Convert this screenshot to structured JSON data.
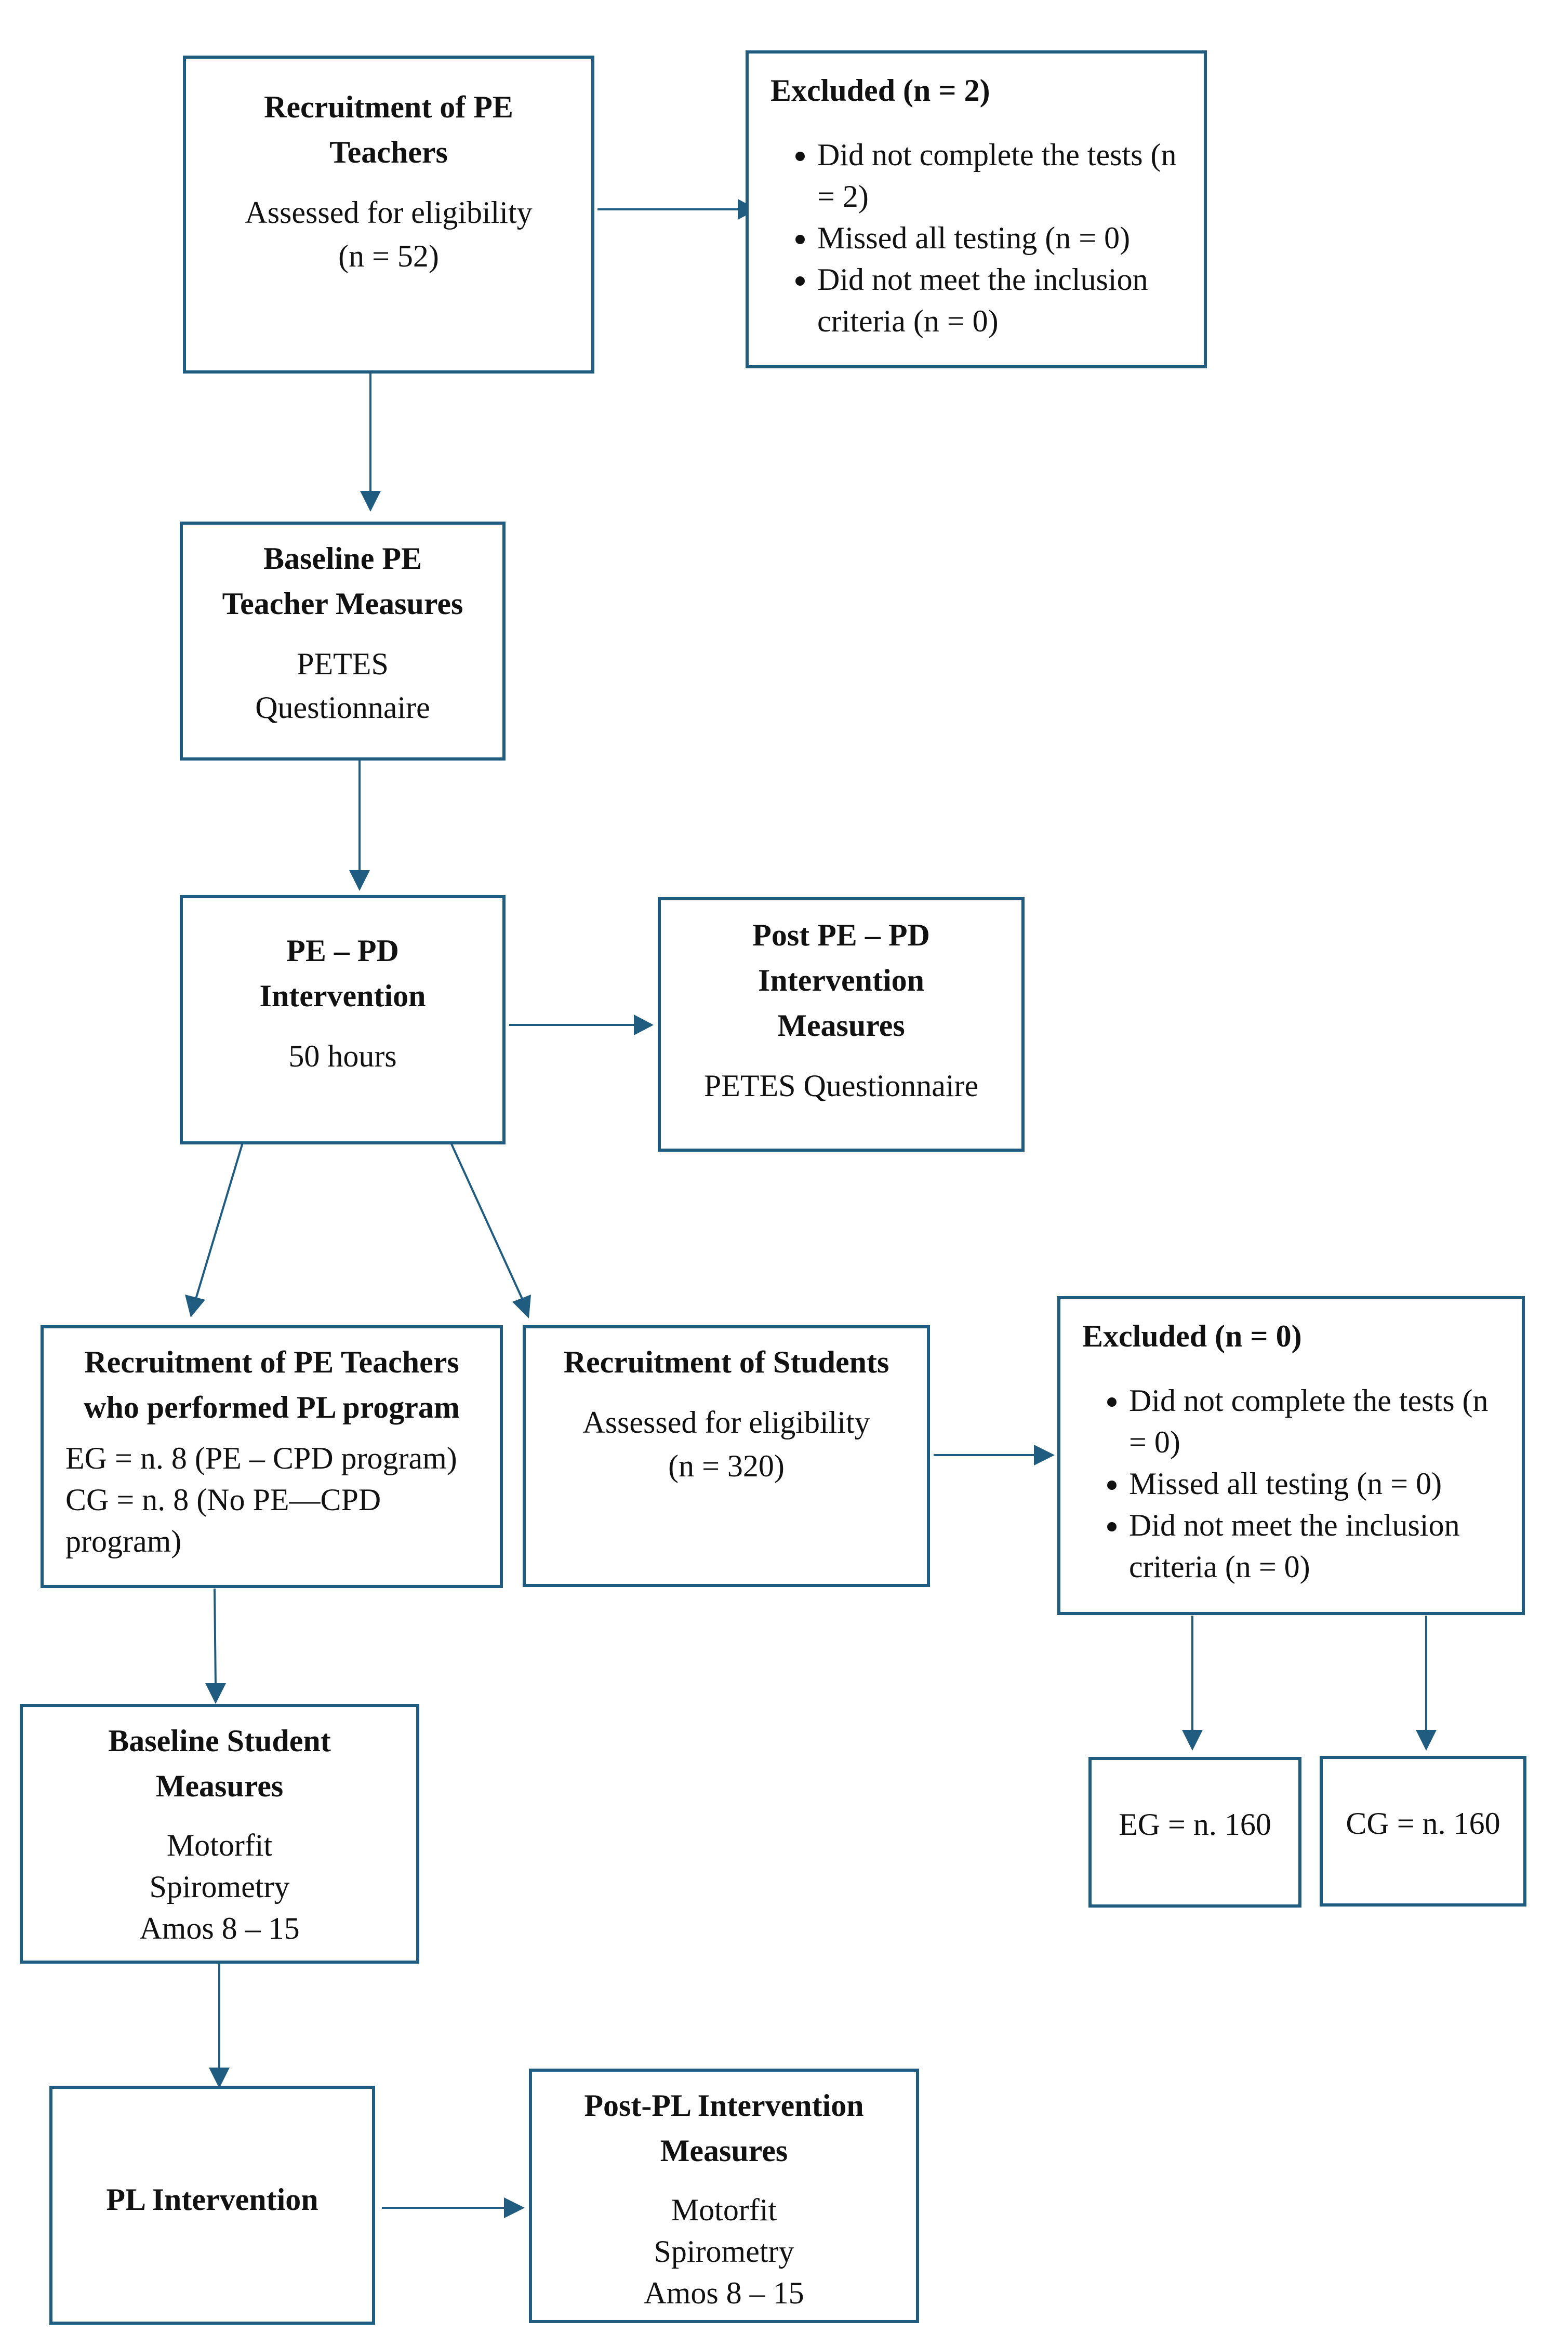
{
  "recruitment_teachers": {
    "title_lines": [
      "Recruitment of PE",
      "Teachers"
    ],
    "body_lines": [
      "Assessed for eligibility",
      "(n = 52)"
    ]
  },
  "excluded_teachers": {
    "title": "Excluded (n = 2)",
    "items": [
      "Did not complete the tests (n = 2)",
      "Missed all testing (n = 0)",
      "Did not meet the inclusion criteria (n = 0)"
    ]
  },
  "baseline_teacher": {
    "title_lines": [
      "Baseline PE",
      "Teacher Measures"
    ],
    "body_lines": [
      "PETES",
      "Questionnaire"
    ]
  },
  "pe_pd_intervention": {
    "title_lines": [
      "PE – PD",
      "Intervention"
    ],
    "body_lines": [
      "50 hours"
    ]
  },
  "post_pe_pd": {
    "title_lines": [
      "Post PE – PD",
      "Intervention",
      "Measures"
    ],
    "body_lines": [
      "PETES Questionnaire"
    ]
  },
  "recruitment_pl_teachers": {
    "title_lines": [
      "Recruitment of PE Teachers",
      "who performed PL program"
    ],
    "body_lines": [
      "EG = n. 8 (PE – CPD program)",
      "CG = n. 8 (No PE—CPD",
      "program)"
    ]
  },
  "recruitment_students": {
    "title_lines": [
      "Recruitment of Students"
    ],
    "body_lines": [
      "Assessed for eligibility",
      "(n = 320)"
    ]
  },
  "excluded_students": {
    "title": "Excluded (n = 0)",
    "items": [
      "Did not complete the tests (n = 0)",
      "Missed all testing (n = 0)",
      "Did not meet the inclusion criteria (n = 0)"
    ]
  },
  "eg_group": {
    "label": "EG = n. 160"
  },
  "cg_group": {
    "label": "CG = n. 160"
  },
  "baseline_student": {
    "title_lines": [
      "Baseline Student",
      "Measures"
    ],
    "body_lines": [
      "Motorfit",
      "Spirometry",
      "Amos 8 – 15"
    ]
  },
  "pl_intervention": {
    "title_lines": [
      "PL Intervention"
    ]
  },
  "post_pl": {
    "title_lines": [
      "Post-PL Intervention",
      "Measures"
    ],
    "body_lines": [
      "Motorfit",
      "Spirometry",
      "Amos 8 – 15"
    ]
  },
  "colors": {
    "border": "#1f5c80",
    "arrow": "#1f5c80",
    "text": "#111111"
  }
}
